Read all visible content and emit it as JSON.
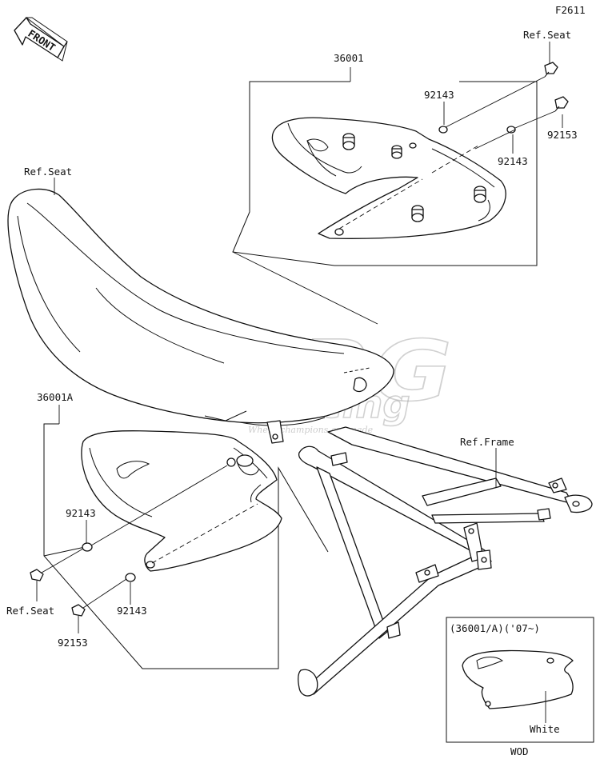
{
  "figure_code": "F2611",
  "front_arrow": {
    "text": "FRONT",
    "icon": "front-direction-arrow-icon"
  },
  "watermark": {
    "brand": "BERG",
    "sub": "Racing",
    "tagline": "Where champions are made"
  },
  "labels": {
    "ref_seat_top_right": "Ref.Seat",
    "part_36001": "36001",
    "bolt_92153_top": "92153",
    "washer_92143_top_a": "92143",
    "washer_92143_top_b": "92143",
    "ref_seat_left": "Ref.Seat",
    "part_36001A": "36001A",
    "ref_frame": "Ref.Frame",
    "washer_92143_left_a": "92143",
    "washer_92143_left_b": "92143",
    "ref_seat_bottom_left": "Ref.Seat",
    "bolt_92153_bottom": "92153"
  },
  "inset": {
    "header": "(36001/A)('07~)",
    "color_label": "White",
    "footer": "WOD"
  }
}
